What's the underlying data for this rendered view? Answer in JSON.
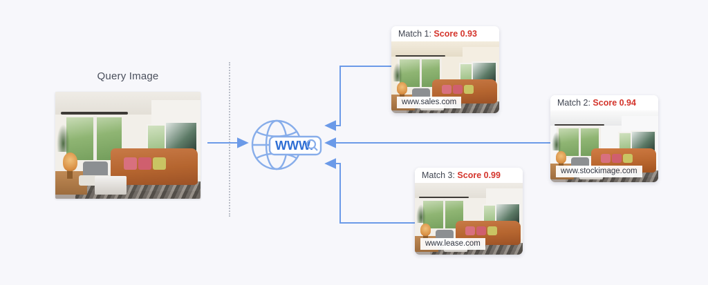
{
  "background_color": "#f7f7fb",
  "accent_color": "#6b9ae8",
  "score_color": "#d4342b",
  "query": {
    "title": "Query Image",
    "image_alt": "living-room-interior-photo"
  },
  "divider": {
    "name": "vertical-dotted-divider"
  },
  "search_engine": {
    "icon": "globe-icon",
    "search_bar_text": "WWW.",
    "search_icon": "magnifier-icon"
  },
  "arrows": {
    "query_to_web": "arrow-right",
    "match1_to_web": "arrow-left-elbow",
    "match2_to_web": "arrow-left",
    "match3_to_web": "arrow-left-elbow"
  },
  "matches": [
    {
      "id": "match-1",
      "label_prefix": "Match 1: ",
      "score_label": "Score 0.93",
      "score_value": 0.93,
      "url": "www.sales.com",
      "image_alt": "living-room-interior-photo-warm"
    },
    {
      "id": "match-2",
      "label_prefix": "Match 2: ",
      "score_label": "Score 0.94",
      "score_value": 0.94,
      "url": "www.stockimage.com",
      "image_alt": "living-room-interior-photo-cool"
    },
    {
      "id": "match-3",
      "label_prefix": "Match 3: ",
      "score_label": "Score 0.99",
      "score_value": 0.99,
      "url": "www.lease.com",
      "image_alt": "living-room-interior-photo-neutral"
    }
  ]
}
